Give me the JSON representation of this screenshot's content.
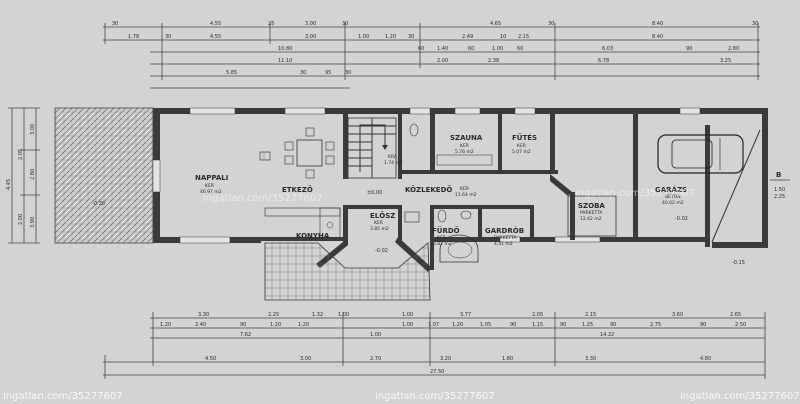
{
  "rooms": {
    "nappali": {
      "name": "NAPPALI",
      "floor": "KER",
      "area": "46.97 m2"
    },
    "etkezo": {
      "name": "ETKEZŐ"
    },
    "konyha": {
      "name": "KONYHA"
    },
    "kamra": {
      "name": "KRA",
      "area": "1.74 m2"
    },
    "kozlekedo": {
      "name": "KÖZLEKEDŐ",
      "floor": "KER",
      "area": "11.64 m2"
    },
    "eloter": {
      "name": "ELŐSZ",
      "floor": "KER",
      "area": "3.85 m2"
    },
    "furdo": {
      "name": "FÜRDŐ",
      "floor": "KER",
      "area": "6.82 m2"
    },
    "gardrob": {
      "name": "GARDRÓB",
      "floor": "PARKETTA",
      "area": "4.41 m2"
    },
    "szauna": {
      "name": "SZAUNA",
      "floor": "KER",
      "area": "5.76 m2"
    },
    "futes": {
      "name": "FŰTÉS",
      "floor": "KER",
      "area": "5.07 m2"
    },
    "szoba": {
      "name": "SZOBA",
      "floor": "PARKETTA",
      "area": "12.42 m2"
    },
    "garazs": {
      "name": "GARÁZS",
      "floor": "BETON",
      "area": "40.62 m2"
    }
  },
  "levels": {
    "main": "±0.00",
    "terrace_left": "-0.30",
    "entry": "-0.02",
    "garage": "-0.02",
    "outside": "-0.15"
  },
  "section_mark": "B",
  "top_dims": {
    "row1": [
      "30",
      "4.55",
      "25",
      "3.00",
      "30",
      "4.65",
      "30",
      "8.40",
      "30"
    ],
    "row2": [
      "1.78",
      "30",
      "4.55",
      "3.00",
      "1.00",
      "1.20",
      "30",
      "2.49",
      "10",
      "2.15",
      "8.40"
    ],
    "row3": [
      "10.80",
      "60",
      "1.40",
      "60",
      "1.00",
      "60",
      "6.03",
      "90",
      "2.80"
    ],
    "row4": [
      "11.10",
      "2.00",
      "2.38",
      "6.78",
      "3.25"
    ],
    "row5": [
      "5.85",
      "30",
      "95",
      "30"
    ]
  },
  "bottom_dims": {
    "row1": [
      "3.30",
      "2.25",
      "1.32",
      "1.00",
      "1.00",
      "3.77",
      "2.05",
      "2.15",
      "3.60",
      "2.65"
    ],
    "row2": [
      "1.20",
      "2.40",
      "90",
      "1.20",
      "1.20",
      "1.00",
      "1.07",
      "1.20",
      "1.05",
      "90",
      "1.15",
      "90",
      "1.25",
      "90",
      "2.75",
      "90",
      "2.50"
    ],
    "row3": [
      "7.62",
      "1.00",
      "14.22"
    ],
    "row4": [
      "4.50",
      "3.00",
      "2.70",
      "3.20",
      "1.80",
      "3.30",
      "4.80"
    ],
    "row5": [
      "27.50"
    ]
  },
  "left_dims": [
    "3.00",
    "2.80",
    "3.90",
    "2.05",
    "2.00",
    "4.45"
  ],
  "right_dims": [
    "1.50",
    "2.25"
  ],
  "watermarks": {
    "center": "ingatlan.com/35277607",
    "right": "ingatlan.com/35277607",
    "bottom_left": "ingatlan.com/35277607",
    "bottom_center": "ingatlan.com/35277607",
    "bottom_right": "ingatlan.com/35277607"
  }
}
